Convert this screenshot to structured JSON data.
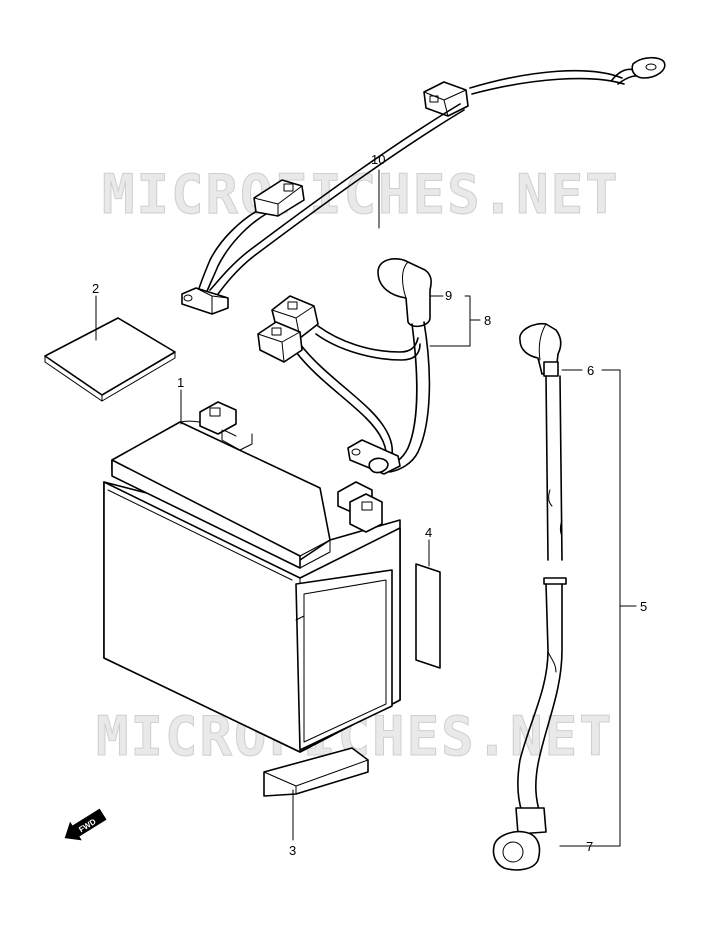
{
  "watermark": {
    "text": "MICROFICHES.NET"
  },
  "direction_badge": {
    "text": "FWD"
  },
  "callouts": {
    "c1": "1",
    "c2": "2",
    "c3": "3",
    "c4": "4",
    "c5": "5",
    "c6": "6",
    "c7": "7",
    "c8": "8",
    "c9": "9",
    "c10": "10"
  }
}
